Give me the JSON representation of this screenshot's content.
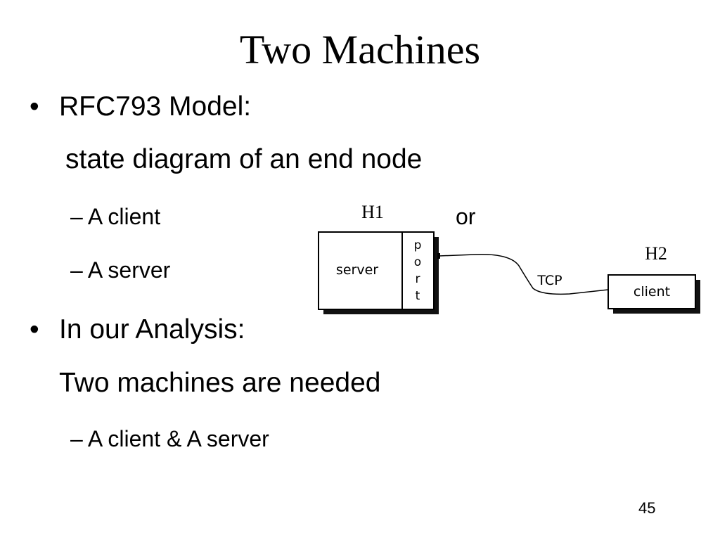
{
  "slide": {
    "title": "Two Machines",
    "page_number": "45",
    "bullets": [
      {
        "marker": "•",
        "heading": "RFC793 Model:",
        "subtext": "state diagram of an end node",
        "items": [
          {
            "dash": "–",
            "text": "A client"
          },
          {
            "dash": "–",
            "text": "A server"
          }
        ],
        "connector": "or"
      },
      {
        "marker": "•",
        "heading": "In our Analysis:",
        "subtext": "Two machines are needed",
        "items": [
          {
            "dash": "–",
            "text": "A client & A server"
          }
        ]
      }
    ]
  },
  "diagram": {
    "host1_label": "H1",
    "host2_label": "H2",
    "server_label": "server",
    "port_letters": [
      "p",
      "o",
      "r",
      "t"
    ],
    "link_label": "TCP",
    "client_label": "client"
  }
}
